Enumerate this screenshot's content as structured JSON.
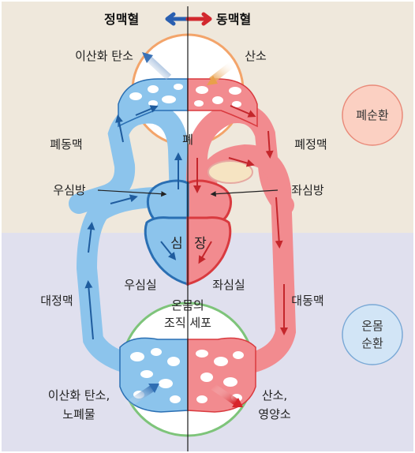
{
  "legend": {
    "venous": "정맥혈",
    "arterial": "동맥혈"
  },
  "circuits": {
    "pulmonary": "폐순환",
    "systemic_line1": "온몸",
    "systemic_line2": "순환"
  },
  "labels": {
    "co2_lung": "이산화 탄소",
    "o2_lung": "산소",
    "lung": "폐",
    "pulmonary_artery": "폐동맥",
    "pulmonary_vein": "폐정맥",
    "right_atrium": "우심방",
    "left_atrium": "좌심방",
    "heart_1": "심",
    "heart_2": "장",
    "right_ventricle": "우심실",
    "left_ventricle": "좌심실",
    "vena_cava": "대정맥",
    "aorta": "대동맥",
    "tissue_line1": "온몸의",
    "tissue_line2": "조직 세포",
    "waste_line1": "이산화 탄소,",
    "waste_line2": "노폐물",
    "nutrient_line1": "산소,",
    "nutrient_line2": "영양소"
  },
  "colors": {
    "venous": "#8cc4ec",
    "venous_dark": "#2a6fb3",
    "arterial": "#f28b8f",
    "arterial_dark": "#d93a3f",
    "pulmonary_bg": "#efe8dc",
    "systemic_bg": "#e0e0ee",
    "lung_ring": "#f3a46a",
    "tissue_ring": "#7ec47a"
  }
}
